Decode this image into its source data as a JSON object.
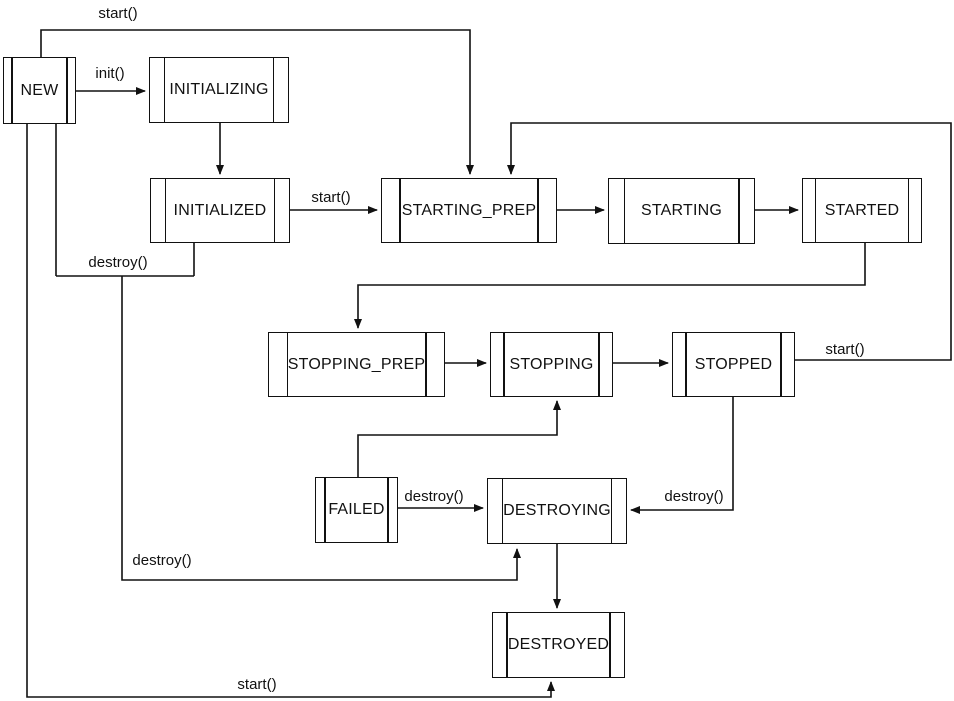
{
  "diagram_type": "state-machine",
  "colors": {
    "line": "#111111",
    "background": "#ffffff",
    "state_fill": "#ffffff"
  },
  "states": [
    {
      "id": "new",
      "label": "NEW"
    },
    {
      "id": "initializing",
      "label": "INITIALIZING"
    },
    {
      "id": "initialized",
      "label": "INITIALIZED"
    },
    {
      "id": "starting-prep",
      "label": "STARTING_PREP"
    },
    {
      "id": "starting",
      "label": "STARTING"
    },
    {
      "id": "started",
      "label": "STARTED"
    },
    {
      "id": "stopping-prep",
      "label": "STOPPING_PREP"
    },
    {
      "id": "stopping",
      "label": "STOPPING"
    },
    {
      "id": "stopped",
      "label": "STOPPED"
    },
    {
      "id": "failed",
      "label": "FAILED"
    },
    {
      "id": "destroying",
      "label": "DESTROYING"
    },
    {
      "id": "destroyed",
      "label": "DESTROYED"
    }
  ],
  "transitions": [
    {
      "from": "NEW",
      "to": "STARTING_PREP",
      "label": "start()"
    },
    {
      "from": "NEW",
      "to": "INITIALIZING",
      "label": "init()"
    },
    {
      "from": "INITIALIZING",
      "to": "INITIALIZED",
      "label": ""
    },
    {
      "from": "INITIALIZED",
      "to": "STARTING_PREP",
      "label": "start()"
    },
    {
      "from": "STARTING_PREP",
      "to": "STARTING",
      "label": ""
    },
    {
      "from": "STARTING",
      "to": "STARTED",
      "label": ""
    },
    {
      "from": "STARTED",
      "to": "STOPPING_PREP",
      "label": ""
    },
    {
      "from": "STOPPING_PREP",
      "to": "STOPPING",
      "label": ""
    },
    {
      "from": "STOPPING",
      "to": "STOPPED",
      "label": ""
    },
    {
      "from": "STOPPED",
      "to": "STARTING_PREP",
      "label": "start()"
    },
    {
      "from": "STOPPED",
      "to": "DESTROYING",
      "label": "destroy()"
    },
    {
      "from": "FAILED",
      "to": "DESTROYING",
      "label": "destroy()"
    },
    {
      "from": "FAILED",
      "to": "STOPPING",
      "label": ""
    },
    {
      "from": "NEW",
      "to": "DESTROYING",
      "label": "destroy()"
    },
    {
      "from": "INITIALIZED",
      "to": "DESTROYING",
      "label": "destroy()"
    },
    {
      "from": "DESTROYING",
      "to": "DESTROYED",
      "label": ""
    },
    {
      "from": "NEW",
      "to": "DESTROYED",
      "label": "start()"
    }
  ]
}
